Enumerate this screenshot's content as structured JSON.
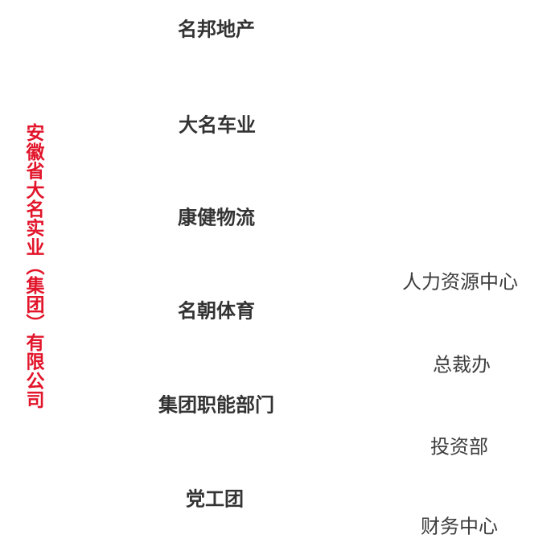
{
  "page": {
    "background_color": "#FFFFFF",
    "description": "Company organizational structure tree chart"
  },
  "org_chart": {
    "type": "tree",
    "root_color": "#E2152B",
    "branch_color": "#333333",
    "department_color": "#3D3D3D",
    "root": {
      "label": "安徽省大名实业（集团）有限公司"
    },
    "branches": [
      {
        "label": "名邦地产"
      },
      {
        "label": "大名车业"
      },
      {
        "label": "康健物流"
      },
      {
        "label": "名朝体育"
      },
      {
        "label": "集团职能部门",
        "children": [
          {
            "label": "人力资源中心"
          },
          {
            "label": "总裁办"
          },
          {
            "label": "投资部"
          },
          {
            "label": "财务中心"
          }
        ]
      },
      {
        "label": "党工团"
      }
    ]
  }
}
